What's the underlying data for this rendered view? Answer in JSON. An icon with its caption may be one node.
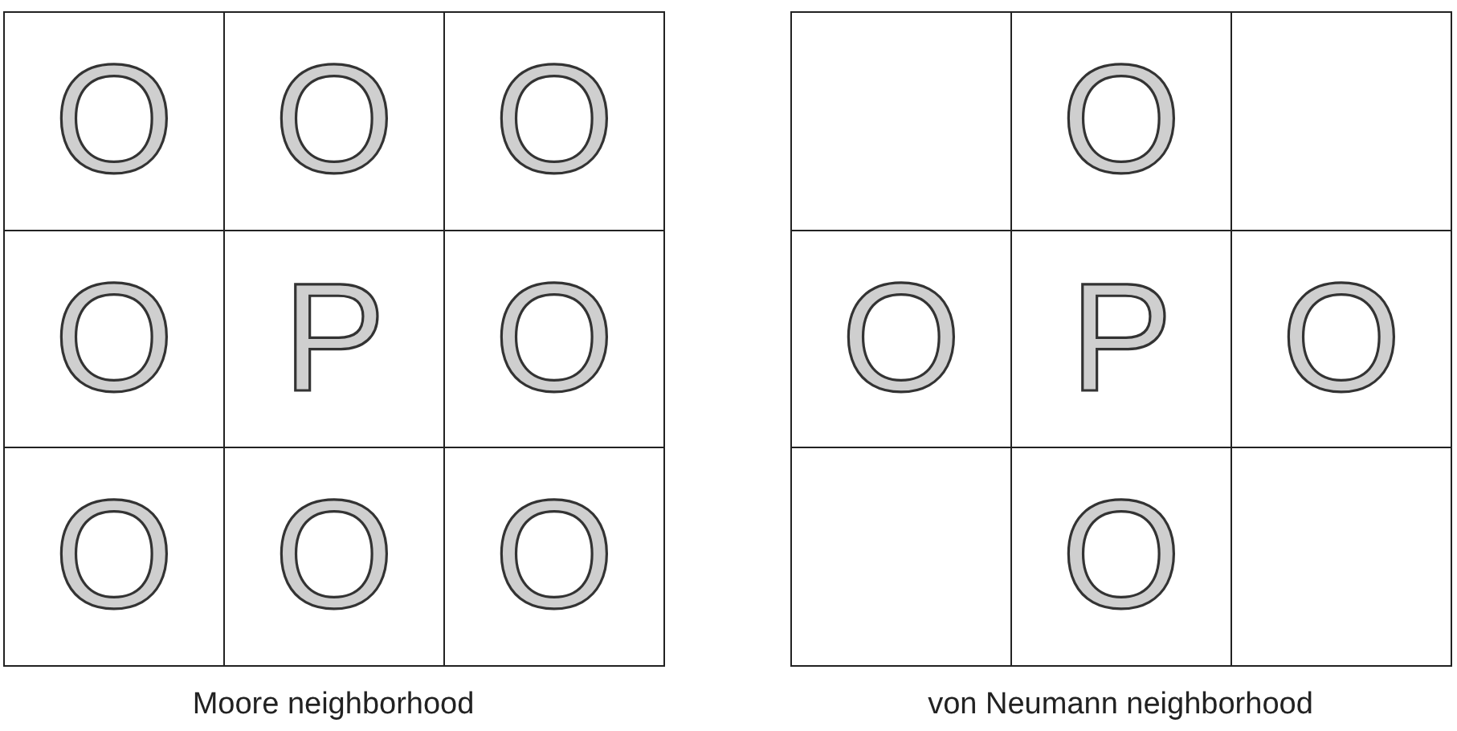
{
  "diagram": {
    "labels": [
      "O",
      "O",
      "O",
      "O",
      "P",
      "O",
      "O",
      "O",
      "O",
      "Moore neighborhood",
      "O",
      "O",
      "P",
      "O",
      "O",
      "von Neumann neighborhood"
    ]
  }
}
